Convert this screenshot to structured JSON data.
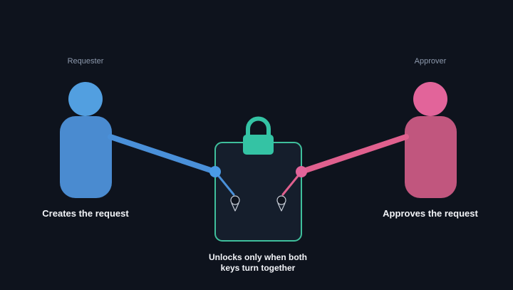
{
  "requester": {
    "role": "Requester",
    "caption": "Creates the request",
    "color": "#4a90d9"
  },
  "approver": {
    "role": "Approver",
    "caption": "Approves the request",
    "color": "#e0608e"
  },
  "box": {
    "caption_line1": "Unlocks only when both",
    "caption_line2": "keys turn together",
    "lock_color": "#34c3a4",
    "border_color": "#3fbf9c",
    "fill_color": "#151e2c"
  },
  "icons": {
    "lock": "padlock-icon",
    "key": "key-icon"
  }
}
